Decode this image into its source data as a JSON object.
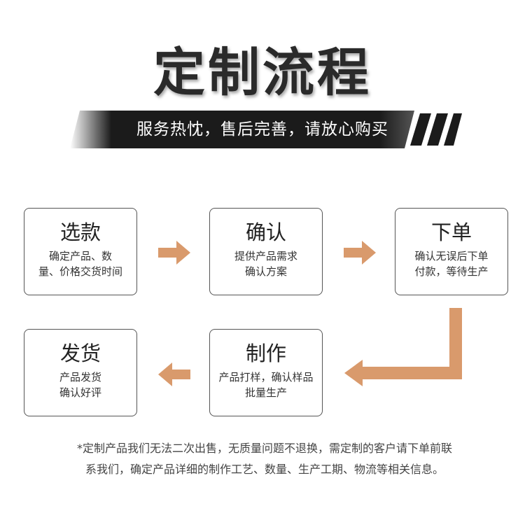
{
  "title": "定制流程",
  "subtitle": "服务热忱，售后完善，请放心购买",
  "colors": {
    "arrow": "#d99a6c",
    "banner": "#1b1b1b",
    "border": "#555555"
  },
  "steps": [
    {
      "title": "选款",
      "desc_line1": "确定产品、数",
      "desc_line2": "量、价格交货时间"
    },
    {
      "title": "确认",
      "desc_line1": "提供产品需求",
      "desc_line2": "确认方案"
    },
    {
      "title": "下单",
      "desc_line1": "确认无误后下单",
      "desc_line2": "付款，等待生产"
    },
    {
      "title": "制作",
      "desc_line1": "产品打样，确认样品",
      "desc_line2": "批量生产"
    },
    {
      "title": "发货",
      "desc_line1": "产品发货",
      "desc_line2": "确认好评"
    }
  ],
  "note": {
    "line1": "*定制产品我们无法二次出售，无质量问题不退换，需定制的客户请下单前联",
    "line2": "系我们，确定产品详细的制作工艺、数量、生产工期、物流等相关信息。"
  }
}
